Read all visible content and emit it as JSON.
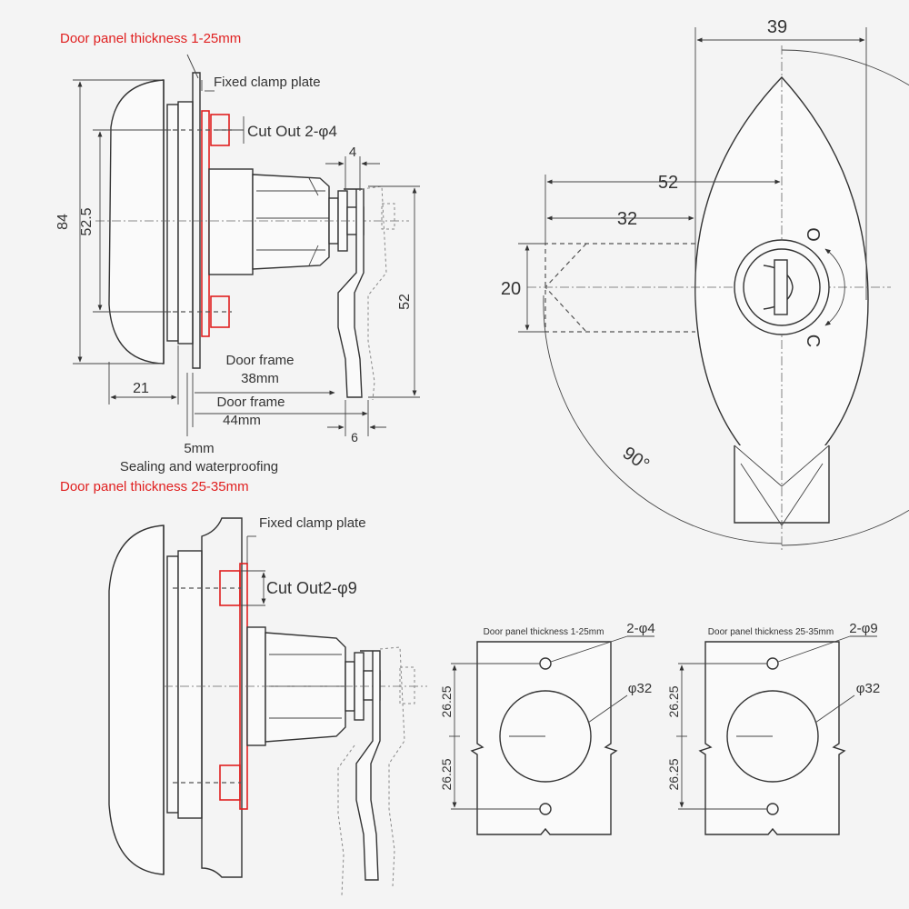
{
  "top_left": {
    "door_panel_label": "Door panel thickness 1-25mm",
    "fixed_clamp_label": "Fixed clamp plate",
    "cut_out_label": "Cut Out 2-φ4",
    "dim_84": "84",
    "dim_52_5": "52.5",
    "dim_4": "4",
    "dim_52": "52",
    "dim_21": "21",
    "door_frame_38": "Door frame",
    "door_frame_38_mm": "38mm",
    "door_frame_44": "Door frame",
    "door_frame_44_mm": "44mm",
    "dim_6": "6",
    "dim_5mm": "5mm",
    "sealing_label": "Sealing and waterproofing"
  },
  "bottom_left": {
    "door_panel_label": "Door panel thickness 25-35mm",
    "fixed_clamp_label": "Fixed clamp plate",
    "cut_out_label": "Cut Out2-φ9"
  },
  "front_view": {
    "dim_39": "39",
    "dim_52": "52",
    "dim_32": "32",
    "dim_20": "20",
    "angle_90": "90°",
    "open_mark": "O",
    "close_mark": "C"
  },
  "cutout_left": {
    "title": "Door panel thickness 1-25mm",
    "holes_label": "2-φ4",
    "diameter_label": "φ32",
    "dim_top": "26.25",
    "dim_bottom": "26.25"
  },
  "cutout_right": {
    "title": "Door panel thickness 25-35mm",
    "holes_label": "2-φ9",
    "diameter_label": "φ32",
    "dim_top": "26.25",
    "dim_bottom": "26.25"
  },
  "colors": {
    "annotation_red": "#e02020",
    "line": "#333333",
    "background": "#f4f4f4"
  }
}
